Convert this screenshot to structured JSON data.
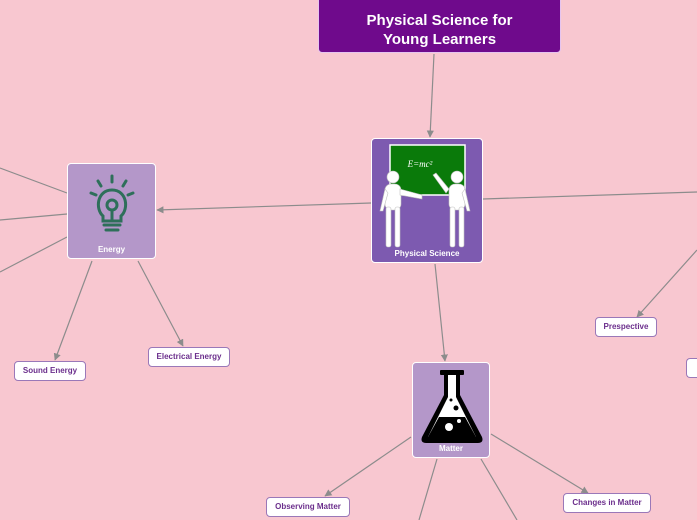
{
  "root": {
    "title_line1": "Physical Science for",
    "title_line2": "Young Learners"
  },
  "hub": {
    "label": "Physical Science",
    "board_text": "E=mc²",
    "board_color": "#0a7a0a"
  },
  "topics": {
    "energy": {
      "label": "Energy",
      "icon": "lightbulb-gear-icon",
      "icon_color": "#2e6f5a"
    },
    "matter": {
      "label": "Matter",
      "icon": "flask-icon"
    }
  },
  "leaves": {
    "sound_energy": "Sound Energy",
    "electrical_energy": "Electrical Energy",
    "observing_matter": "Observing Matter",
    "changes_in_matter": "Changes in Matter",
    "prespective": "Prespective"
  },
  "colors": {
    "background": "#f8c7d0",
    "root_fill": "#6f0a8c",
    "hub_fill": "#7d5ab0",
    "topic_fill": "#b497c9",
    "leaf_border": "#9a78b8",
    "leaf_text": "#6b2e8c",
    "connector": "#8c8c8c"
  }
}
